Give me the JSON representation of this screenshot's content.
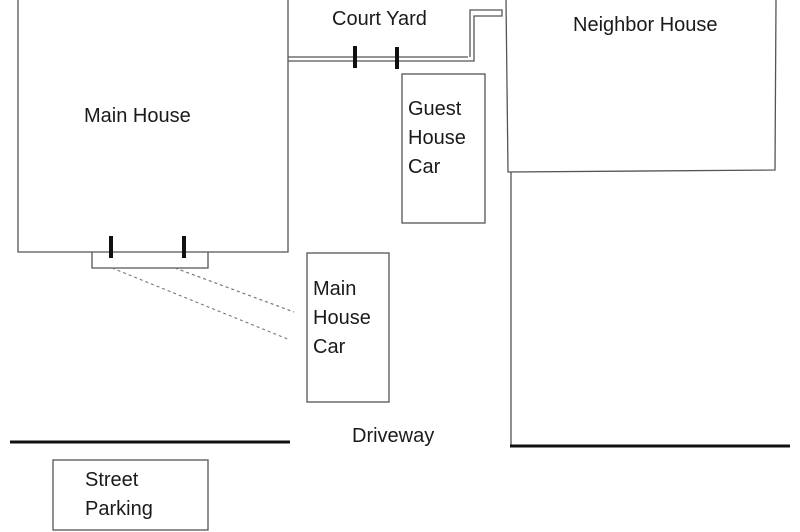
{
  "diagram": {
    "main_house": "Main House",
    "court_yard": "Court Yard",
    "neighbor_house": "Neighbor House",
    "guest_house_car": [
      "Guest",
      "House",
      "Car"
    ],
    "main_house_car": [
      "Main",
      "House",
      "Car"
    ],
    "driveway": "Driveway",
    "street_parking": [
      "Street",
      "Parking"
    ]
  }
}
